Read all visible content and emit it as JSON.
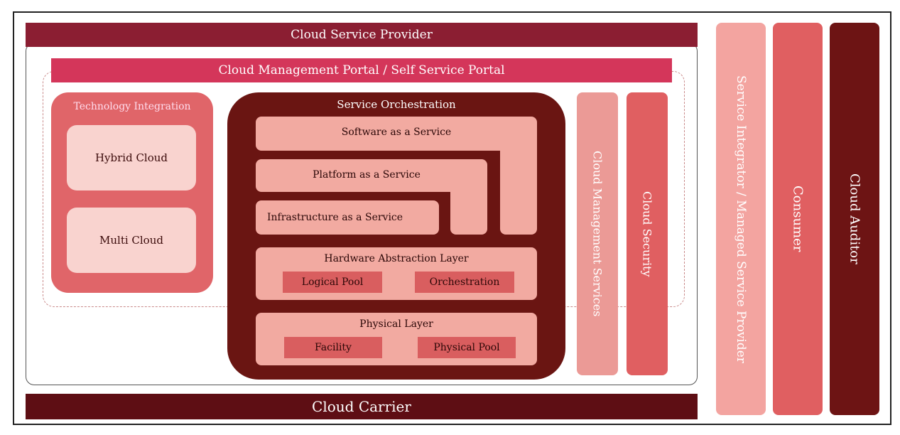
{
  "provider": {
    "label": "Cloud Service Provider"
  },
  "portal": {
    "label": "Cloud Management Portal / Self Service Portal"
  },
  "carrier": {
    "label": "Cloud Carrier"
  },
  "tech_integration": {
    "title": "Technology Integration",
    "items": [
      "Hybrid Cloud",
      "Multi Cloud"
    ]
  },
  "orchestration": {
    "title": "Service Orchestration",
    "saas": "Software as a Service",
    "paas": "Platform as a Service",
    "iaas": "Infrastructure as a Service",
    "hal": {
      "title": "Hardware Abstraction Layer",
      "items": [
        "Logical Pool",
        "Orchestration"
      ]
    },
    "physical": {
      "title": "Physical Layer",
      "items": [
        "Facility",
        "Physical Pool"
      ]
    }
  },
  "side_bars": {
    "management": "Cloud  Management Services",
    "security": "Cloud  Security"
  },
  "roles": {
    "integrator": "Service Integrator / Managed Service Provider",
    "consumer": "Consumer",
    "auditor": "Cloud Auditor"
  },
  "colors": {
    "provider": "#8b1e32",
    "portal": "#d4365a",
    "carrier": "#5e0e14",
    "orchestration": "#6a1512",
    "layer": "#f2aaa1",
    "tech": "#e06569",
    "integrator": "#f3a4a0",
    "consumer": "#e05f61",
    "auditor": "#6d1414"
  }
}
